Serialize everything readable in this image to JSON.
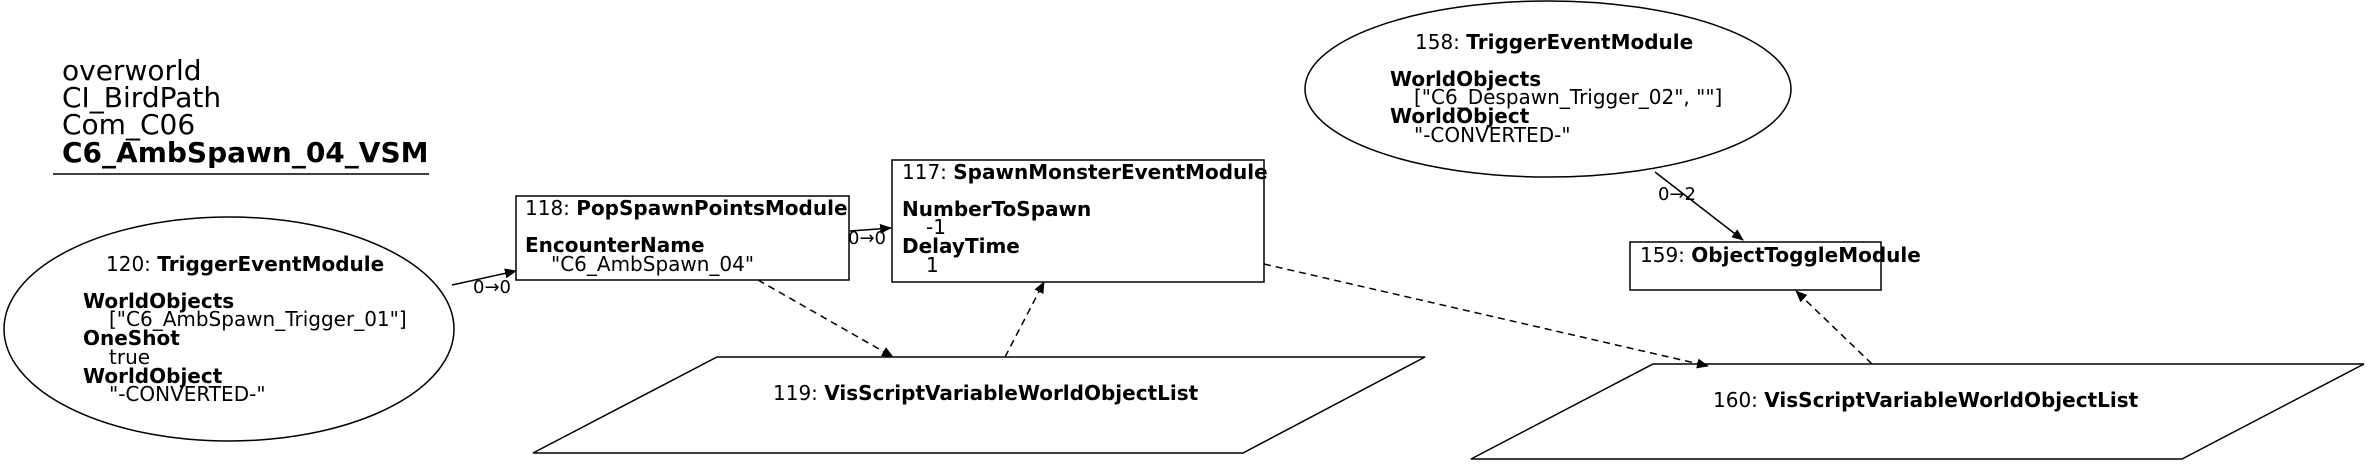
{
  "title": {
    "line1": "overworld",
    "line2": "CI_BirdPath",
    "line3": "Com_C06",
    "line4": "C6_AmbSpawn_04_VSM"
  },
  "nodes": {
    "n120": {
      "id": "120: ",
      "name": "TriggerEventModule",
      "p1_key": "WorldObjects",
      "p1_val": "[\"C6_AmbSpawn_Trigger_01\"]",
      "p2_key": "OneShot",
      "p2_val": "true",
      "p3_key": "WorldObject",
      "p3_val": "\"-CONVERTED-\""
    },
    "n118": {
      "id": "118: ",
      "name": "PopSpawnPointsModule",
      "p1_key": "EncounterName",
      "p1_val": "\"C6_AmbSpawn_04\""
    },
    "n117": {
      "id": "117: ",
      "name": "SpawnMonsterEventModule",
      "p1_key": "NumberToSpawn",
      "p1_val": "-1",
      "p2_key": "DelayTime",
      "p2_val": "1"
    },
    "n119": {
      "id": "119: ",
      "name": "VisScriptVariableWorldObjectList"
    },
    "n158": {
      "id": "158: ",
      "name": "TriggerEventModule",
      "p1_key": "WorldObjects",
      "p1_val": "[\"C6_Despawn_Trigger_02\", \"\"]",
      "p2_key": "WorldObject",
      "p2_val": "\"-CONVERTED-\""
    },
    "n159": {
      "id": "159: ",
      "name": "ObjectToggleModule"
    },
    "n160": {
      "id": "160: ",
      "name": "VisScriptVariableWorldObjectList"
    }
  },
  "edges": {
    "e120_118": "0→0",
    "e118_117": "0→0",
    "e158_159": "0→2"
  }
}
